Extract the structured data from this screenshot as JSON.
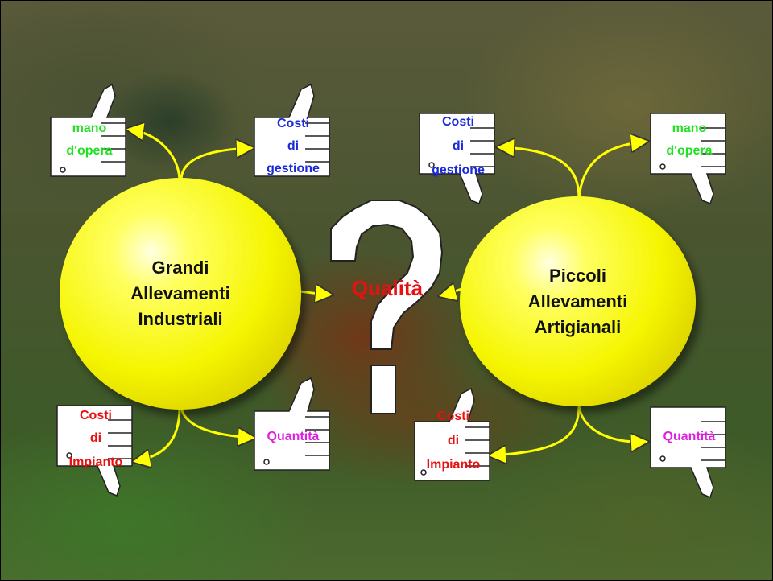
{
  "slide": {
    "center_label": "Qualità",
    "left_circle": {
      "lines": [
        "Grandi",
        "Allevamenti",
        "Industriali"
      ]
    },
    "right_circle": {
      "lines": [
        "Piccoli",
        "Allevamenti",
        "Artigianali"
      ]
    },
    "cards": {
      "top_left_1": {
        "lines": [
          "mano",
          "d'opera"
        ],
        "thumb": "up"
      },
      "top_left_2": {
        "lines": [
          "Costi",
          "di",
          "gestione"
        ],
        "thumb": "up"
      },
      "bottom_left_1": {
        "lines": [
          "Costi",
          "di",
          "Impianto"
        ],
        "thumb": "down"
      },
      "bottom_left_2": {
        "lines": [
          "Quantità"
        ],
        "thumb": "up"
      },
      "top_right_1": {
        "lines": [
          "Costi",
          "di",
          "gestione"
        ],
        "thumb": "down"
      },
      "top_right_2": {
        "lines": [
          "mano",
          "d'opera"
        ],
        "thumb": "down"
      },
      "bottom_right_1": {
        "lines": [
          "Costi",
          "di",
          "Impianto"
        ],
        "thumb": "up"
      },
      "bottom_right_2": {
        "lines": [
          "Quantità"
        ],
        "thumb": "down"
      }
    },
    "colors": {
      "circle": "#f5f500",
      "green": "#22e022",
      "blue": "#1a2ad8",
      "magenta": "#e020e0",
      "red": "#e81010",
      "arrow": "#ffff00"
    }
  }
}
